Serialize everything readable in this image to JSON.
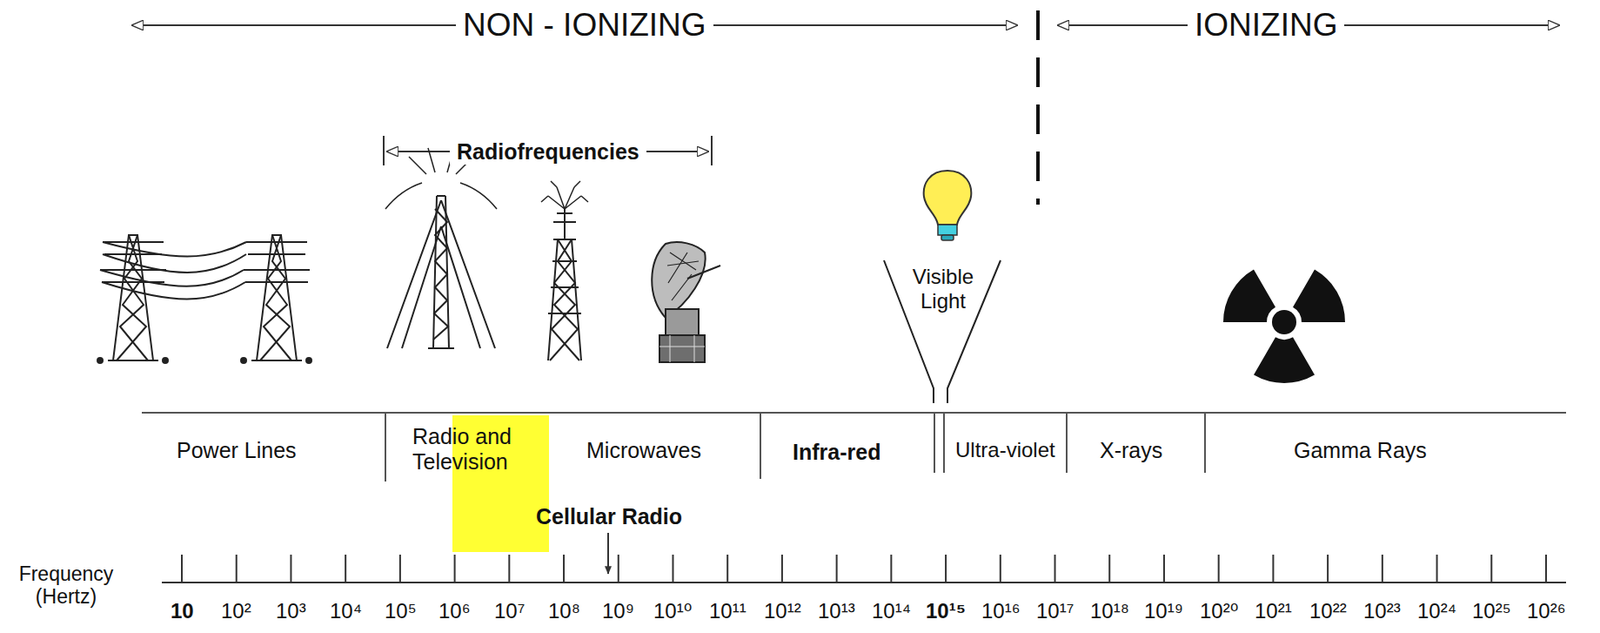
{
  "diagram": {
    "labels": [
      "NON - IONIZING",
      "IONIZING",
      "Radiofrequencies",
      "Visible Light",
      "Power Lines",
      "Radio and Television",
      "Microwaves",
      "Infra-red",
      "Ultra-violet",
      "X-rays",
      "Gamma Rays",
      "Cellular Radio",
      "Frequency (Hertz)",
      "10",
      "10²",
      "10³",
      "10⁴",
      "10⁵",
      "10⁶",
      "10⁷",
      "10⁸",
      "10⁹",
      "10¹⁰",
      "10¹¹",
      "10¹²",
      "10¹³",
      "10¹⁴",
      "10¹⁵",
      "10¹⁶",
      "10¹⁷",
      "10¹⁸",
      "10¹⁹",
      "10²⁰",
      "10²¹",
      "10²²",
      "10²³",
      "10²⁴",
      "10²⁵",
      "10²⁶"
    ]
  }
}
